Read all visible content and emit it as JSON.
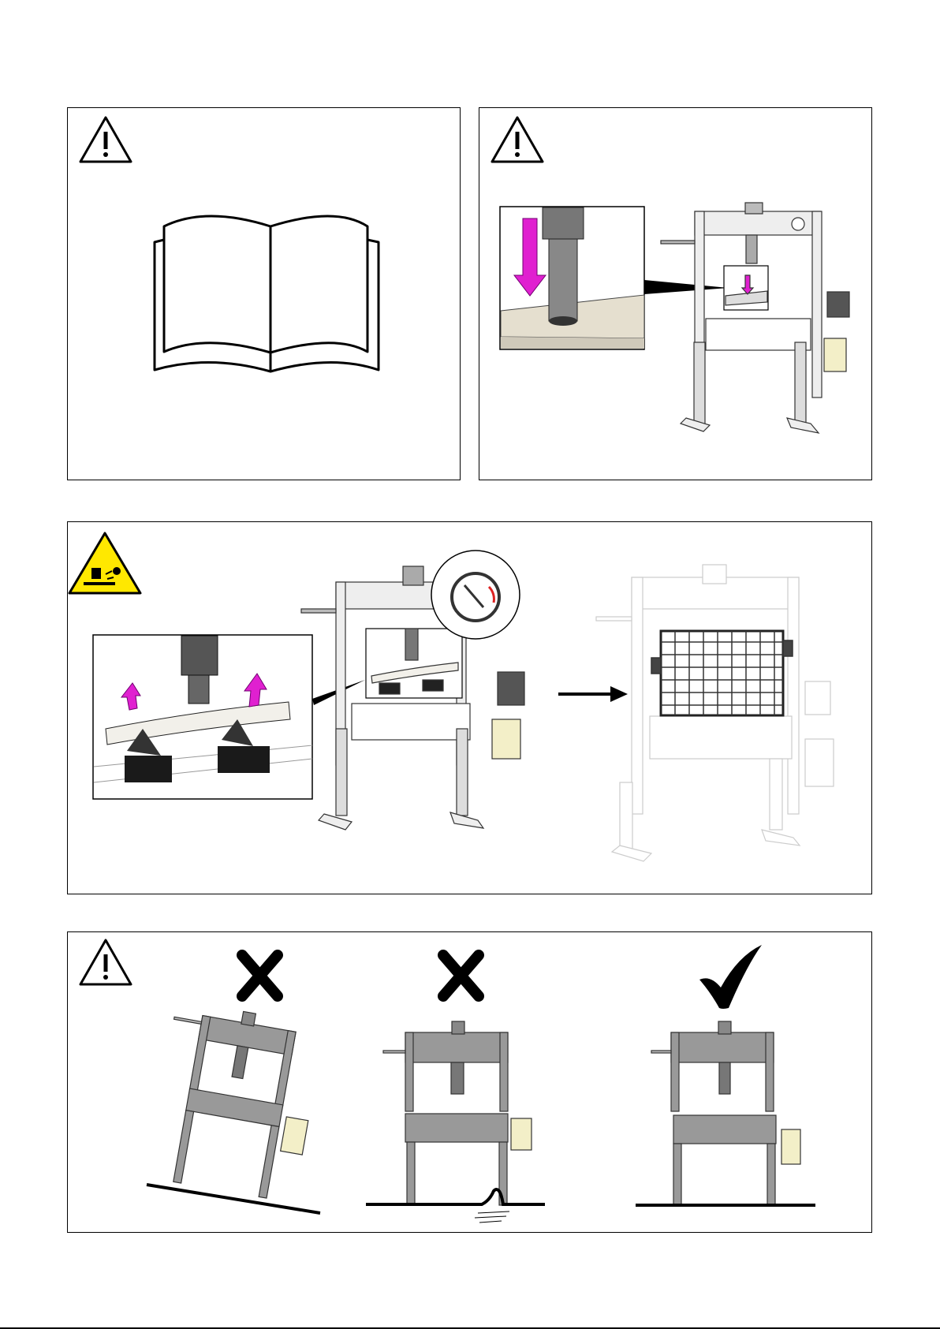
{
  "page": {
    "background": "#ffffff",
    "line_color": "#000000"
  },
  "panels": [
    {
      "id": "read-manual",
      "icons": [
        "warning-triangle-icon",
        "open-book-icon"
      ]
    },
    {
      "id": "max-stroke",
      "icons": [
        "warning-triangle-icon",
        "press-ram-detail",
        "down-arrow-icon"
      ],
      "accent": "#e020d0"
    },
    {
      "id": "ejection-hazard",
      "icons": [
        "ejection-hazard-icon",
        "bending-pipe-detail",
        "pressure-gauge-icon",
        "right-arrow-icon",
        "protective-grid"
      ],
      "accent": "#e020d0",
      "hazard_color": "#ffe800"
    },
    {
      "id": "floor-placement",
      "icons": [
        "warning-triangle-icon",
        "cross-icon",
        "cross-icon",
        "check-icon"
      ]
    }
  ]
}
